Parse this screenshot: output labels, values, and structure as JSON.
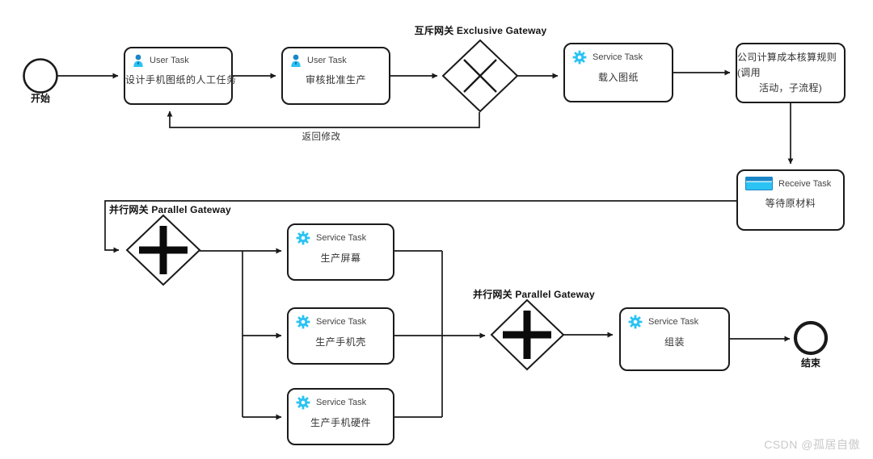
{
  "diagram": {
    "start_event": {
      "label": "开始"
    },
    "end_event": {
      "label": "结束"
    },
    "gateways": [
      {
        "kind": "exclusive",
        "label": "互斥网关 Exclusive Gateway"
      },
      {
        "kind": "parallel",
        "label": "并行网关 Parallel Gateway"
      },
      {
        "kind": "parallel",
        "label": "并行网关 Parallel Gateway"
      }
    ],
    "tasks": [
      {
        "type": "User Task",
        "name": "设计手机图纸的人工任务"
      },
      {
        "type": "User Task",
        "name": "审核批准生产"
      },
      {
        "type": "Service Task",
        "name": "载入图纸"
      },
      {
        "type": "Service Task",
        "name": "生产屏幕"
      },
      {
        "type": "Service Task",
        "name": "生产手机壳"
      },
      {
        "type": "Service Task",
        "name": "生产手机硬件"
      },
      {
        "type": "Service Task",
        "name": "组装"
      },
      {
        "type": "Receive Task",
        "name": "等待原材料"
      }
    ],
    "call_activity": {
      "name": "公司计算成本核算规则(调用活动，子流程)",
      "line1": "公司计算成本核算规则(调用",
      "line2": "活动，子流程)"
    },
    "flow_labels": {
      "return_flow": "返回修改"
    },
    "colors": {
      "icon_cyan": "#2bc3f3",
      "icon_blue": "#1b86c8",
      "stroke": "#1a1a1a"
    }
  },
  "watermark": {
    "text": "CSDN @孤居自傲"
  }
}
